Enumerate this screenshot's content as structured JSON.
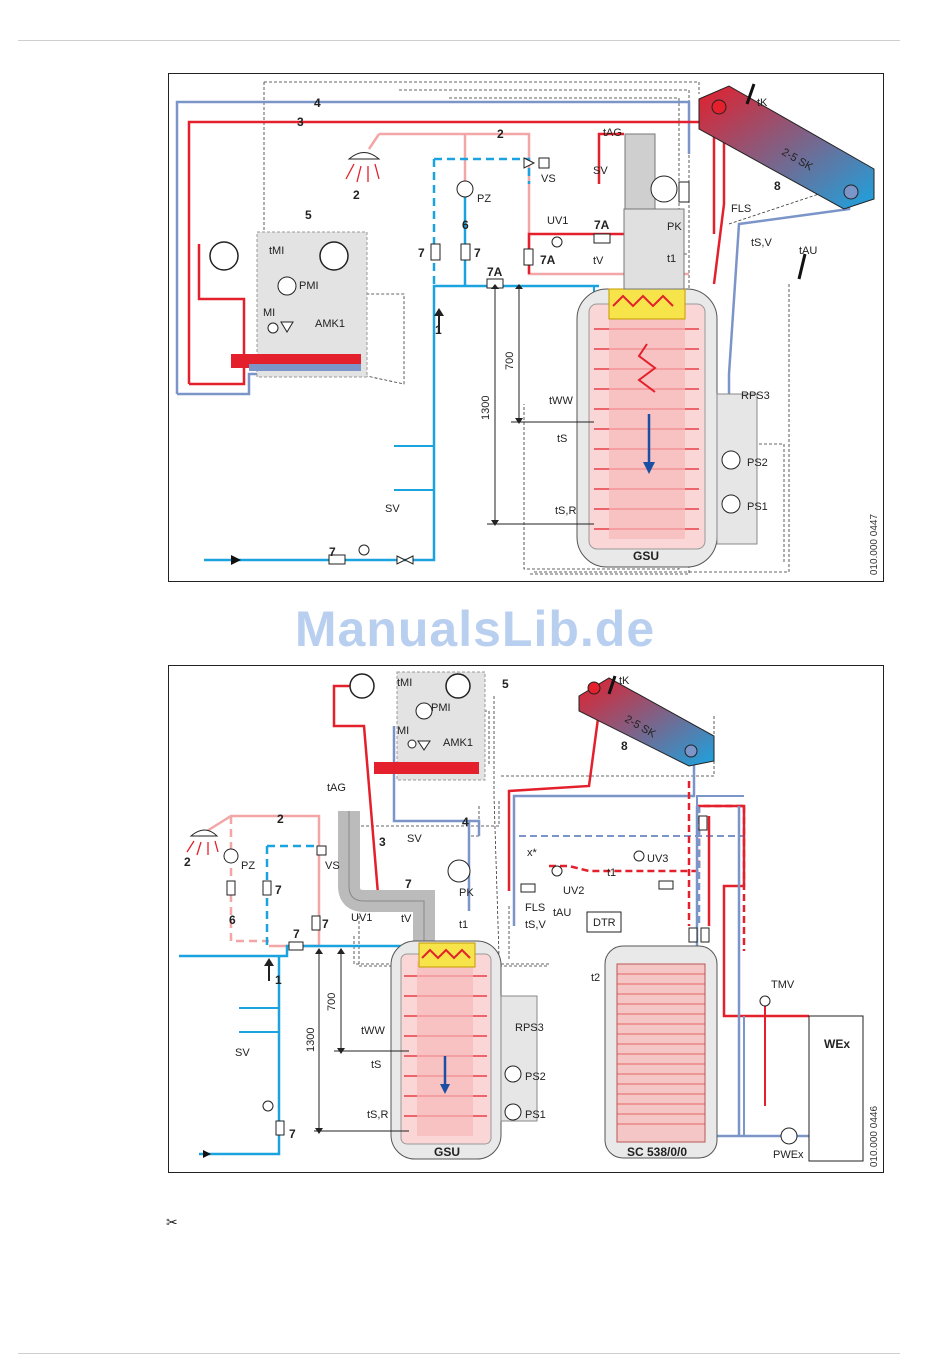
{
  "watermark": "ManualsLib.de",
  "footnote_symbol": "✂",
  "colors": {
    "hot": "#e3202c",
    "cold": "#1ba3e0",
    "warm": "#f2a6a6",
    "return": "#7b95c8"
  },
  "diagram1": {
    "code": "010.000 0447",
    "labels": {
      "line4": "4",
      "line3": "3",
      "line2a": "2",
      "shower": "2",
      "n5": "5",
      "n6": "6",
      "n7a": "7",
      "n7b": "7",
      "n7c": "7",
      "n7A_1": "7A",
      "n7A_2": "7A",
      "n7A_3": "7A",
      "n1": "1",
      "n8": "8",
      "sk": "2-5 SK",
      "tk": "tK",
      "tag": "tAG",
      "sv_top": "SV",
      "vs": "VS",
      "pz": "PZ",
      "uv1": "UV1",
      "pk": "PK",
      "tv": "tV",
      "t1": "t1",
      "fls": "FLS",
      "tsv": "tS,V",
      "tau": "tAU",
      "tmi": "tMI",
      "pmi": "PMI",
      "mi": "MI",
      "amk1": "AMK1",
      "d700": "700",
      "d1300": "1300",
      "tww": "tWW",
      "ts": "tS",
      "tsr": "tS,R",
      "rps3": "RPS3",
      "ps2": "PS2",
      "ps1": "PS1",
      "sv_bottom": "SV",
      "gsu": "GSU"
    }
  },
  "diagram2": {
    "code": "010.000 0446",
    "labels": {
      "tmi": "tMI",
      "n5": "5",
      "pmi": "PMI",
      "mi": "MI",
      "amk1": "AMK1",
      "tk": "tK",
      "sk": "2-5 SK",
      "n8": "8",
      "tag": "tAG",
      "n3": "3",
      "n4": "4",
      "n2": "2",
      "shower": "2",
      "sv_top": "SV",
      "pz": "PZ",
      "vs": "VS",
      "n7a": "7",
      "n7b": "7",
      "n6": "6",
      "n7c": "7",
      "n7d": "7",
      "uv1": "UV1",
      "tv": "tV",
      "pk": "PK",
      "t1": "t1",
      "n1": "1",
      "x": "x*",
      "uv2": "UV2",
      "uv3": "UV3",
      "t1b": "t1",
      "fls": "FLS",
      "tsv": "tS,V",
      "tau": "tAU",
      "dtr": "DTR",
      "t2": "t2",
      "d700": "700",
      "d1300": "1300",
      "tww": "tWW",
      "ts": "tS",
      "tsr": "tS,R",
      "rps3": "RPS3",
      "ps2": "PS2",
      "ps1": "PS1",
      "sv_bottom": "SV",
      "n7e": "7",
      "gsu": "GSU",
      "sc": "SC 538/0/0",
      "tmv": "TMV",
      "wex": "WEx",
      "pwex": "PWEx"
    }
  }
}
